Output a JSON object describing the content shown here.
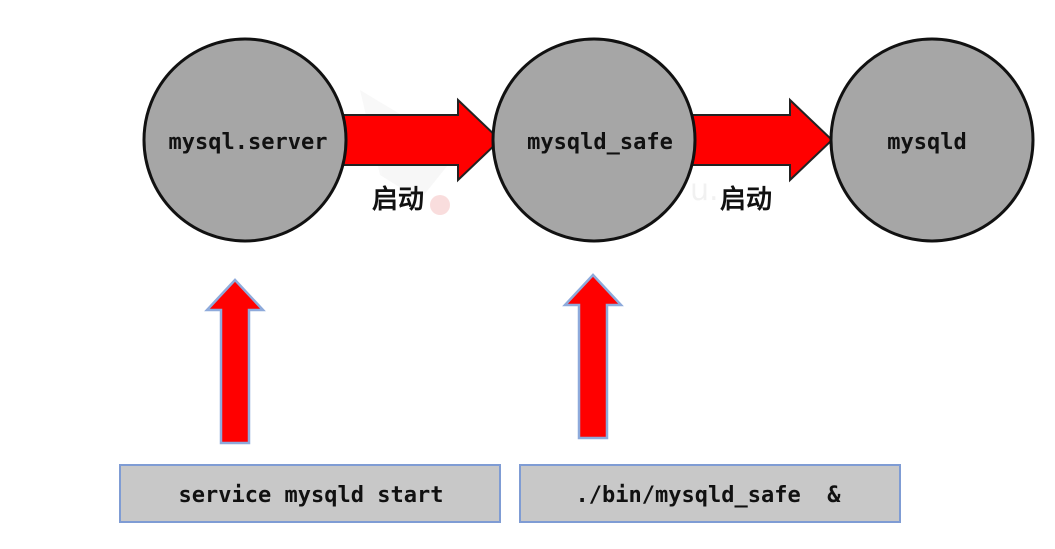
{
  "nodes": [
    {
      "id": "mysql-server",
      "label": "mysql.server"
    },
    {
      "id": "mysqld-safe",
      "label": "mysqld_safe"
    },
    {
      "id": "mysqld",
      "label": "mysqld"
    }
  ],
  "edges": [
    {
      "from": "mysql-server",
      "to": "mysqld-safe",
      "label": "启动"
    },
    {
      "from": "mysqld-safe",
      "to": "mysqld",
      "label": "启动"
    }
  ],
  "commands": [
    {
      "target": "mysql-server",
      "text": "service mysqld start"
    },
    {
      "target": "mysqld-safe",
      "text": "./bin/mysqld_safe  &"
    }
  ],
  "colors": {
    "node_fill": "#a6a6a6",
    "node_stroke": "#111111",
    "arrow_fill": "#ff0000",
    "arrow_stroke": "#222222",
    "up_arrow_stroke": "#8eaadb",
    "cmd_fill": "#c8c8c8",
    "cmd_stroke": "#7f9cd4"
  }
}
